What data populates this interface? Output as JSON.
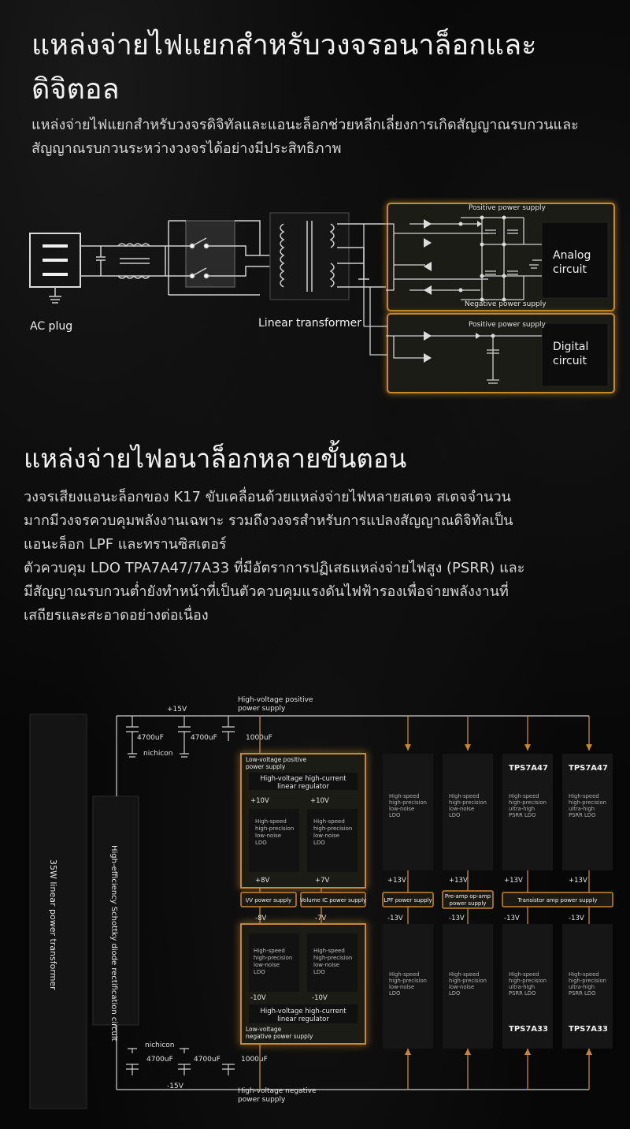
{
  "section1": {
    "title": "แหล่งจ่ายไฟแยกสำหรับวงจรอนาล็อกและดิจิตอล",
    "description": "แหล่งจ่ายไฟแยกสำหรับวงจรดิจิทัลและแอนะล็อกช่วยหลีกเลี่ยงการเกิดสัญญาณรบกวนและสัญญาณรบกวนระหว่างวงจรได้อย่างมีประสิทธิภาพ"
  },
  "diagram1": {
    "ac_plug": "AC plug",
    "transformer": "Linear transformer",
    "pos_supply_analog": "Positive power supply",
    "neg_supply_analog": "Negative power supply",
    "pos_supply_digital": "Positive power supply",
    "analog_line1": "Analog",
    "analog_line2": "circuit",
    "digital_line1": "Digital",
    "digital_line2": "circuit"
  },
  "section2": {
    "title": "แหล่งจ่ายไฟอนาล็อกหลายขั้นตอน",
    "line1": "วงจรเสียงแอนะล็อกของ  K17  ขับเคลื่อนด้วยแหล่งจ่ายไฟหลายสเตจ  สเตจจำนวน",
    "line2": "มากมีวงจรควบคุมพลังงานเฉพาะ  รวมถึงวงจรสำหรับการแปลงสัญญาณดิจิทัลเป็น",
    "line3": "แอนะล็อก LPF และทรานซิสเตอร์",
    "line4": "ตัวควบคุม LDO TPA7A47/7A33 ที่มีอัตราการปฏิเสธแหล่งจ่ายไฟสูง (PSRR) และ",
    "line5": "มีสัญญาณรบกวนต่ำยังทำหน้าที่เป็นตัวควบคุมแรงดันไฟฟ้ารองเพื่อจ่ายพลังงานที่",
    "line6": "เสถียรและสะอาดอย่างต่อเนื่อง"
  },
  "diagram2": {
    "transformer": "35W linear power transformer",
    "rectifier": "High-efficiency Schottky diode rectification circuit",
    "plus15v": "+15V",
    "minus15v": "-15V",
    "cap1": "4700uF",
    "cap2": "4700uF",
    "cap3": "1000uF",
    "nichicon": "nichicon",
    "hv_pos_supply_1": "High-voltage positive",
    "hv_pos_supply_2": "power supply",
    "hv_neg_supply_1": "High-voltage negative",
    "hv_neg_supply_2": "power supply",
    "lv_pos_supply_1": "Low-voltage positive",
    "lv_pos_supply_2": "power supply",
    "lv_neg_supply_1": "Low-voltage",
    "lv_neg_supply_2": "negative power supply",
    "hv_reg_1": "High-voltage high-current",
    "hv_reg_2": "linear regulator",
    "plus10v": "+10V",
    "minus10v": "-10V",
    "ldo_1": "High-speed",
    "ldo_2": "high-precision",
    "ldo_3": "low-noise",
    "ldo_4": "LDO",
    "psrr_3": "ultra-high",
    "psrr_4": "PSRR LDO",
    "tps47": "TPS7A47",
    "tps33": "TPS7A33",
    "plus8v": "+8V",
    "minus8v": "-8V",
    "plus7v": "+7V",
    "minus7v": "-7V",
    "plus13v": "+13V",
    "minus13v": "-13V",
    "iv": "I/V power supply",
    "volic": "Volume IC power supply",
    "lpf": "LPF power supply",
    "preamp_1": "Pre-amp op-amp",
    "preamp_2": "power supply",
    "transistor": "Transistor amp power supply"
  },
  "colors": {
    "accent": "#c8892e",
    "glow": "#e0a040",
    "box": "#1b1b1b",
    "wire": "#cfcfcf"
  }
}
